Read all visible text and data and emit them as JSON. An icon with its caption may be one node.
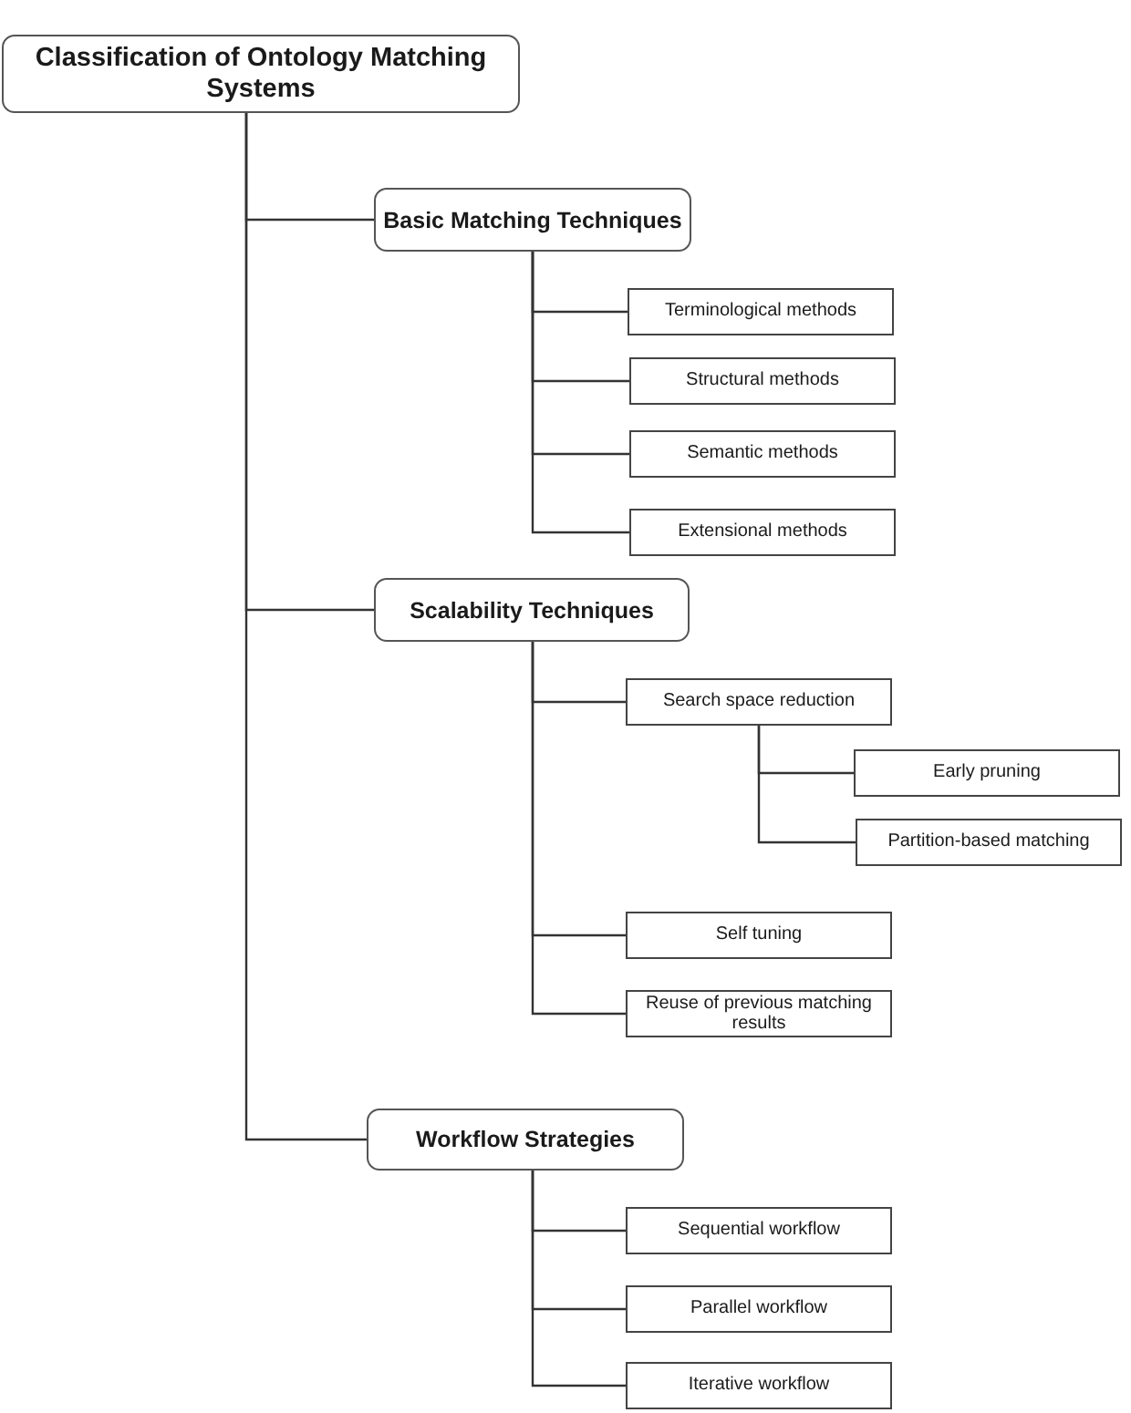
{
  "diagram": {
    "nodes": [
      {
        "text": [
          "Classification of Ontology Matching Systems"
        ]
      },
      {
        "text": [
          "Basic Matching Techniques"
        ]
      },
      {
        "text": [
          "Terminological methods"
        ]
      },
      {
        "text": [
          "Structural methods"
        ]
      },
      {
        "text": [
          "Semantic methods"
        ]
      },
      {
        "text": [
          "Extensional methods"
        ]
      },
      {
        "text": [
          "Scalability Techniques"
        ]
      },
      {
        "text": [
          "Search space reduction"
        ]
      },
      {
        "text": [
          "Early pruning"
        ]
      },
      {
        "text": [
          "Partition-based matching"
        ]
      },
      {
        "text": [
          "Self tuning"
        ]
      },
      {
        "text": [
          "Reuse of previous matching results"
        ]
      },
      {
        "text": [
          "Workflow Strategies"
        ]
      },
      {
        "text": [
          "Sequential workflow"
        ]
      },
      {
        "text": [
          "Parallel workflow"
        ]
      },
      {
        "text": [
          "Iterative workflow"
        ]
      }
    ],
    "edges": [
      {
        "from": 0,
        "to": 1,
        "arrow": "none"
      },
      {
        "from": 1,
        "to": 2,
        "arrow": "none"
      },
      {
        "from": 1,
        "to": 3,
        "arrow": "none"
      },
      {
        "from": 1,
        "to": 4,
        "arrow": "none"
      },
      {
        "from": 1,
        "to": 5,
        "arrow": "none"
      },
      {
        "from": 0,
        "to": 6,
        "arrow": "none"
      },
      {
        "from": 6,
        "to": 7,
        "arrow": "none"
      },
      {
        "from": 7,
        "to": 8,
        "arrow": "none"
      },
      {
        "from": 7,
        "to": 9,
        "arrow": "none"
      },
      {
        "from": 6,
        "to": 10,
        "arrow": "none"
      },
      {
        "from": 6,
        "to": 11,
        "arrow": "none"
      },
      {
        "from": 0,
        "to": 12,
        "arrow": "none"
      },
      {
        "from": 12,
        "to": 13,
        "arrow": "none"
      },
      {
        "from": 12,
        "to": 14,
        "arrow": "none"
      },
      {
        "from": 12,
        "to": 15,
        "arrow": "none"
      }
    ]
  }
}
